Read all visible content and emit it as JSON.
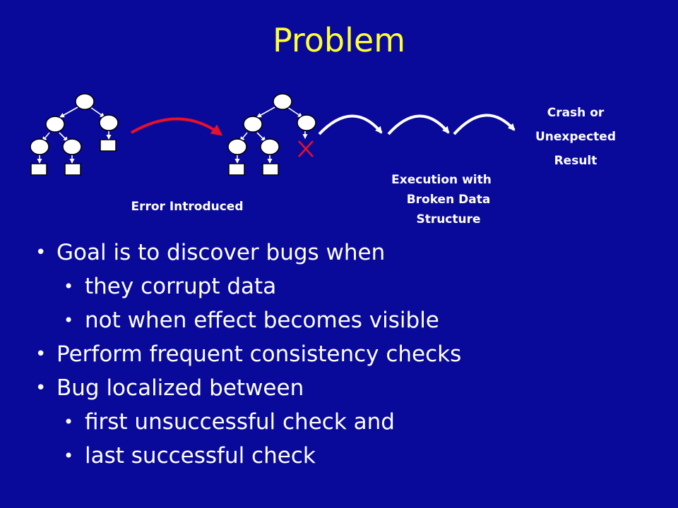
{
  "title": "Problem",
  "labels": {
    "crash_line1": "Crash or",
    "crash_line2": "Unexpected",
    "crash_line3": "Result",
    "execution_line1": "Execution with",
    "execution_line2": "Broken Data",
    "execution_line3": "Structure",
    "error_introduced": "Error Introduced"
  },
  "bullets": [
    {
      "text": "Goal is to discover bugs when",
      "level": 1
    },
    {
      "text": "they corrupt data",
      "level": 2
    },
    {
      "text": "not when effect becomes visible",
      "level": 2
    },
    {
      "text": "Perform frequent consistency checks",
      "level": 1
    },
    {
      "text": "Bug localized between",
      "level": 1
    },
    {
      "text": "first unsuccessful check and",
      "level": 2
    },
    {
      "text": "last successful check",
      "level": 2
    }
  ],
  "colors": {
    "background": "#0a0a9a",
    "title": "#ffff33",
    "error_arrow": "#e8102a",
    "text": "#ffffff"
  }
}
